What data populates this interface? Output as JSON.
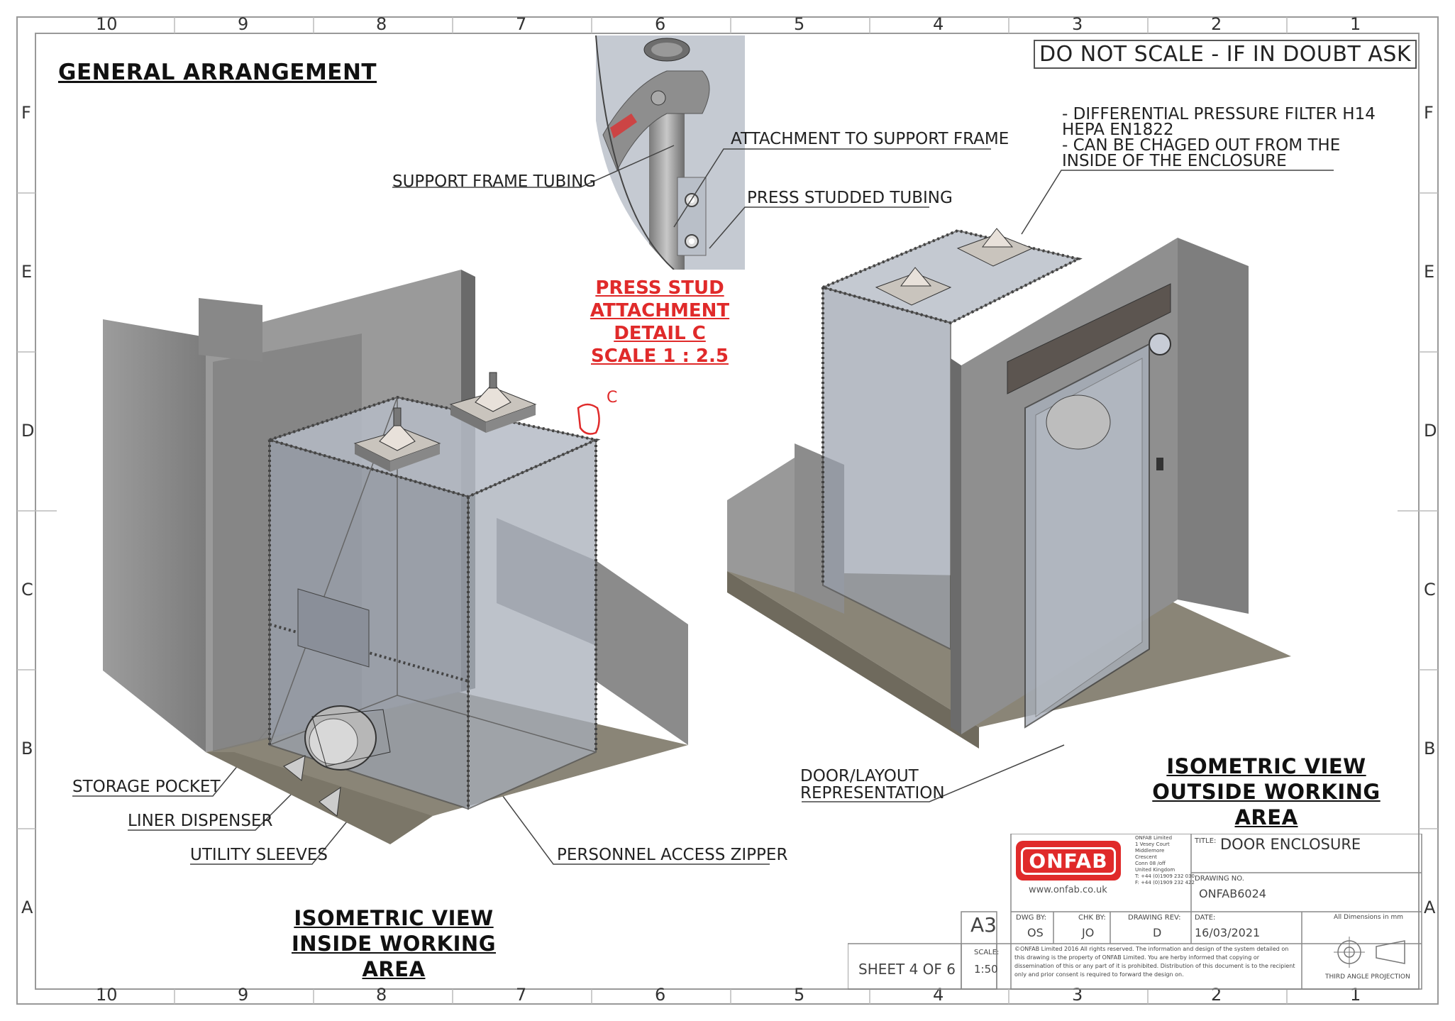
{
  "drawing": {
    "main_title": "GENERAL ARRANGEMENT",
    "scale_warning": "DO NOT SCALE - IF IN DOUBT ASK",
    "detail": {
      "line1": "PRESS STUD ATTACHMENT",
      "line2": "DETAIL C",
      "line3": "SCALE 1 : 2.5",
      "marker": "C"
    },
    "labels": {
      "support_frame_tubing": "SUPPORT FRAME TUBING",
      "attachment_support_frame": "ATTACHMENT TO SUPPORT FRAME",
      "press_studded_tubing": "PRESS STUDDED TUBING",
      "filter_line1": "- DIFFERENTIAL PRESSURE FILTER H14",
      "filter_line2": "HEPA EN1822",
      "filter_line3": "- CAN BE CHAGED OUT FROM THE",
      "filter_line4": "INSIDE OF THE ENCLOSURE",
      "storage_pocket": "STORAGE POCKET",
      "liner_dispenser": "LINER DISPENSER",
      "utility_sleeves": "UTILITY SLEEVES",
      "personnel_zipper": "PERSONNEL ACCESS ZIPPER",
      "door_layout1": "DOOR/LAYOUT",
      "door_layout2": "REPRESENTATION"
    },
    "views": {
      "inside_1": "ISOMETRIC VIEW",
      "inside_2": "INSIDE WORKING AREA",
      "outside_1": "ISOMETRIC VIEW",
      "outside_2": "OUTSIDE WORKING AREA"
    },
    "columns": [
      "10",
      "9",
      "8",
      "7",
      "6",
      "5",
      "4",
      "3",
      "2",
      "1"
    ],
    "rows": [
      "F",
      "E",
      "D",
      "C",
      "B",
      "A"
    ]
  },
  "title_block": {
    "logo": "ONFAB",
    "website": "www.onfab.co.uk",
    "company_lines": [
      "ONFAB Limited",
      "1 Vesey Court",
      "Middlemore",
      "Crescent",
      "Conn 08 /off",
      "United Kingdom",
      "T: +44 (0)1909 232 030",
      "F: +44 (0)1909 232 422"
    ],
    "title_label": "TITLE:",
    "title": "DOOR ENCLOSURE",
    "drawing_no_label": "DRAWING NO.",
    "drawing_no": "ONFAB6024",
    "size": "A3",
    "dwg_by_label": "DWG BY:",
    "dwg_by": "OS",
    "chk_by_label": "CHK BY:",
    "chk_by": "JO",
    "rev_label": "DRAWING REV:",
    "rev": "D",
    "date_label": "DATE:",
    "date": "16/03/2021",
    "dims_note": "All Dimensions in mm",
    "scale_label": "SCALE:",
    "scale": "1:50",
    "sheet": "SHEET 4 OF 6",
    "copyright": "©ONFAB Limited 2016 All rights reserved. The information and design of the system detailed on this drawing is the property of ONFAB Limited. You are herby informed that copying or dissemination of this or any part of it is prohibited. Distribution of this document is to the recipient only and prior consent is required to forward the design on.",
    "projection": "THIRD ANGLE PROJECTION"
  },
  "colors": {
    "accent_red": "#e02a2a",
    "wall_grey": "#8c8c8c",
    "floor": "#8a8577",
    "frame_line": "#555555"
  }
}
